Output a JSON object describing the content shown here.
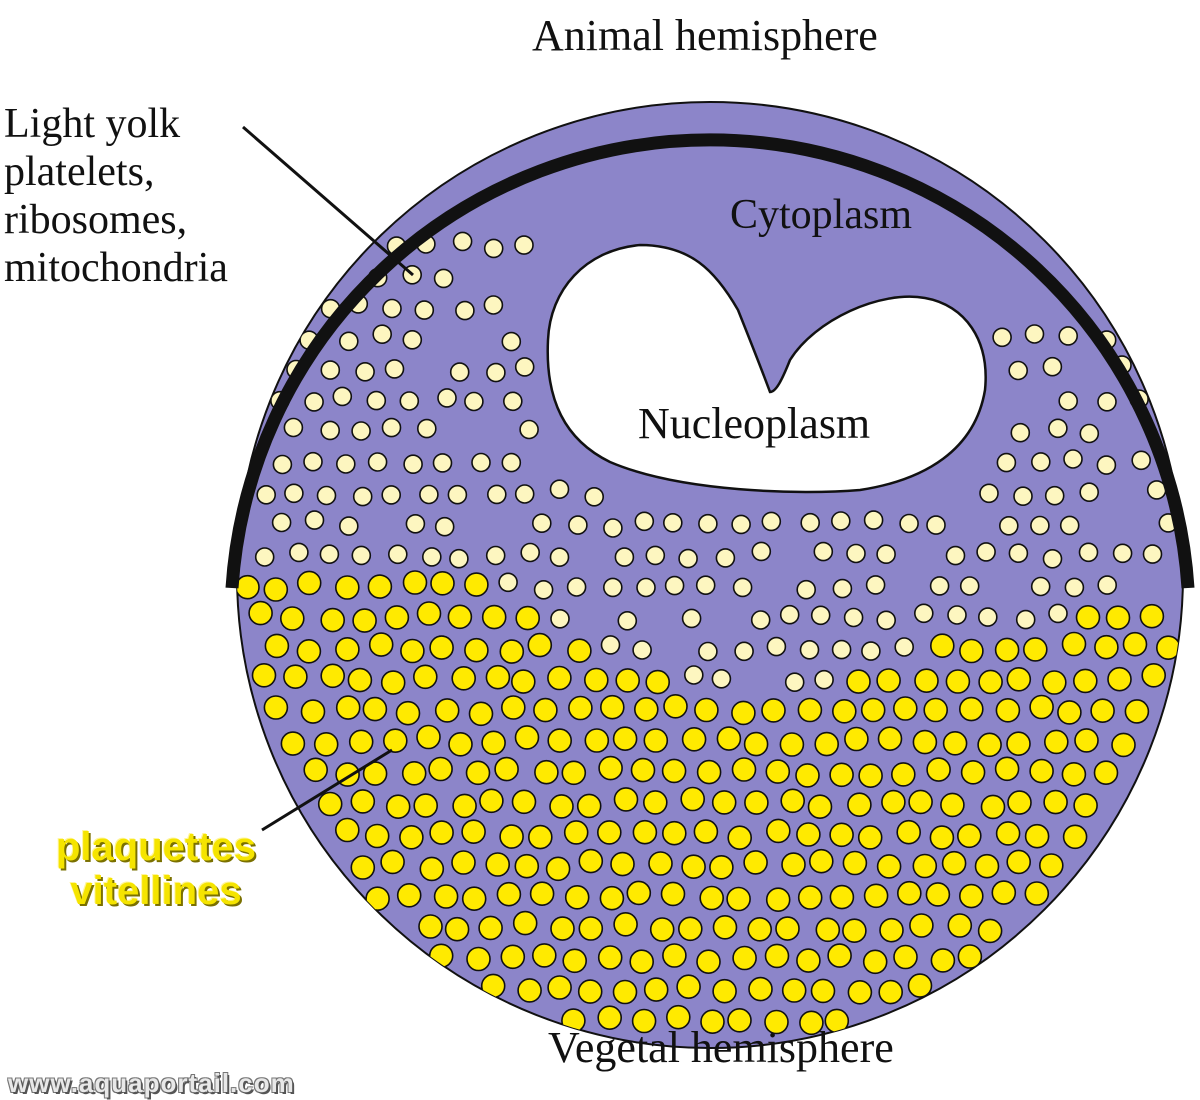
{
  "labels": {
    "animal_hemisphere": "Animal hemisphere",
    "vegetal_hemisphere": "Vegetal hemisphere",
    "cytoplasm": "Cytoplasm",
    "nucleoplasm": "Nucleoplasm",
    "light_yolk_lines": [
      "Light yolk",
      "platelets,",
      "ribosomes,",
      "mitochondria"
    ],
    "yolk_platelets_lines": [
      "plaquettes",
      "vitellines"
    ],
    "website": "www.aquaportail.com"
  },
  "colors": {
    "cytoplasm": "#8c85c9",
    "light_yolk": "#fdf6c0",
    "yolk_platelet": "#ffea00",
    "outline": "#111111",
    "nucleoplasm": "#ffffff",
    "yolk_label": "#f5e400"
  }
}
